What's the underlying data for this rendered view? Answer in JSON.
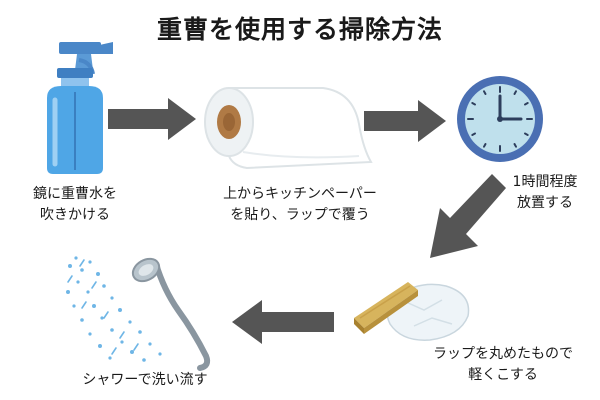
{
  "title": "重曹を使用する掃除方法",
  "steps": [
    {
      "lines": [
        "鏡に重曹水を",
        "吹きかける"
      ],
      "icon": "spray-bottle-icon"
    },
    {
      "lines": [
        "上からキッチンペーパー",
        "を貼り、ラップで覆う"
      ],
      "icon": "paper-towel-roll-icon"
    },
    {
      "lines": [
        "1時間程度",
        "放置する"
      ],
      "icon": "clock-icon"
    },
    {
      "lines": [
        "ラップを丸めたもので",
        "軽くこする"
      ],
      "icon": "crumpled-wrap-icon"
    },
    {
      "lines": [
        "シャワーで洗い流す"
      ],
      "icon": "shower-head-icon"
    }
  ],
  "colors": {
    "arrow": "#555555",
    "spray_body": "#4fa6e6",
    "spray_nozzle": "#3f7fc2",
    "clock_ring": "#4a6fb3",
    "clock_face": "#bfe0ec",
    "water": "#6fb6e6",
    "sponge": "#c9a14a"
  }
}
